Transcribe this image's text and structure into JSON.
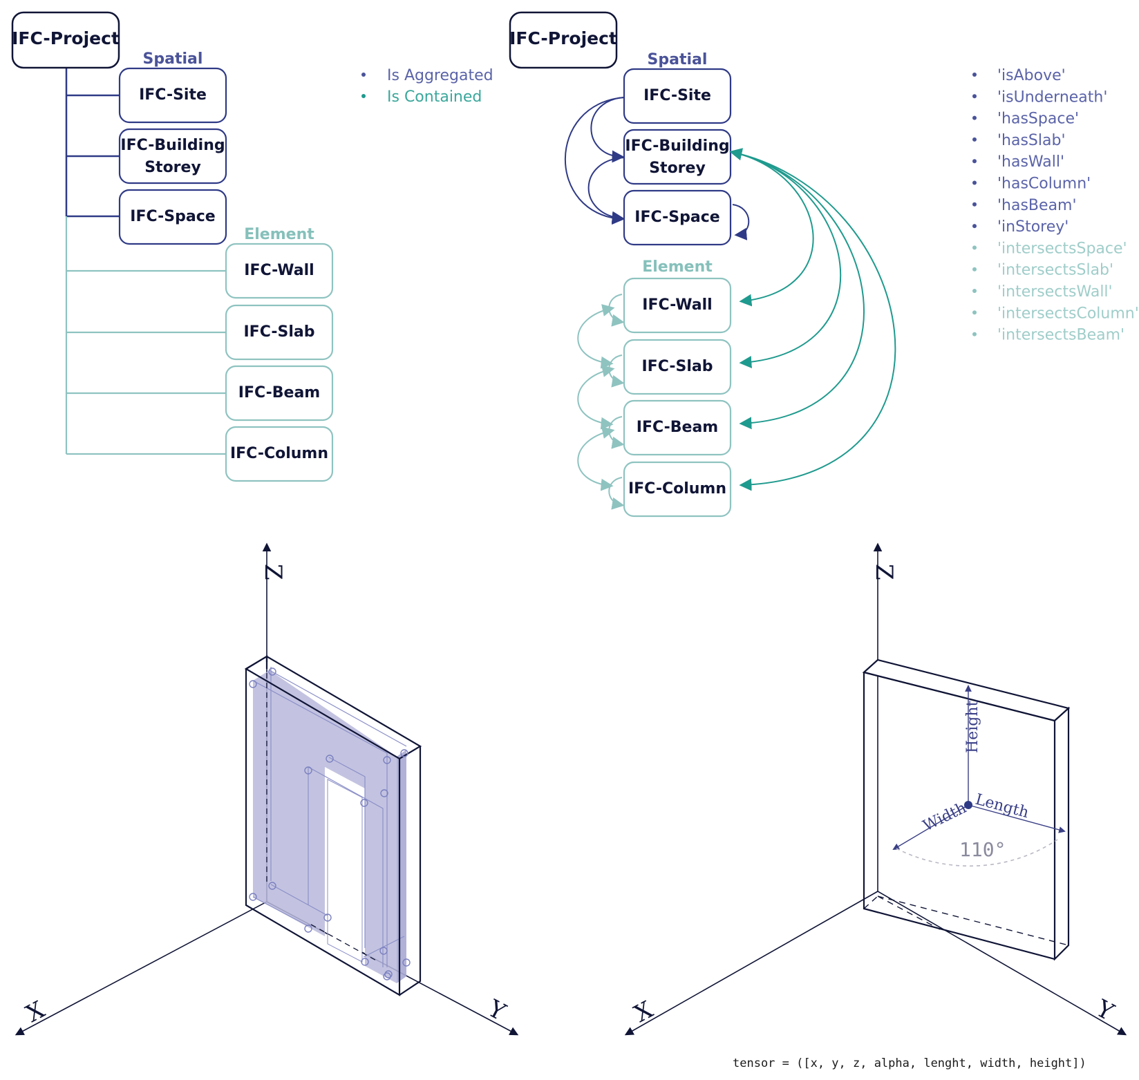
{
  "colors": {
    "spatial": "#2f3a86",
    "spatial_label": "#4a5399",
    "element": "#8ec3c0",
    "element_label": "#86c0bb",
    "teal": "#1f9a8e",
    "text_dark": "#101536",
    "fill_violet": "#b8b8dc"
  },
  "left_tree": {
    "root": "IFC-Project",
    "spatial_label": "Spatial",
    "spatial_nodes": [
      [
        "IFC-Site"
      ],
      [
        "IFC-Building",
        "Storey"
      ],
      [
        "IFC-Space"
      ]
    ],
    "element_label": "Element",
    "element_nodes": [
      "IFC-Wall",
      "IFC-Slab",
      "IFC-Beam",
      "IFC-Column"
    ],
    "legend": [
      {
        "text": "Is Aggregated",
        "role": "spatial"
      },
      {
        "text": "Is Contained",
        "role": "teal"
      }
    ]
  },
  "right_graph": {
    "root": "IFC-Project",
    "spatial_label": "Spatial",
    "spatial_nodes": [
      [
        "IFC-Site"
      ],
      [
        "IFC-Building",
        "Storey"
      ],
      [
        "IFC-Space"
      ]
    ],
    "element_label": "Element",
    "element_nodes": [
      "IFC-Wall",
      "IFC-Slab",
      "IFC-Beam",
      "IFC-Column"
    ],
    "legend_spatial": [
      "'isAbove'",
      "'isUnderneath'",
      "'hasSpace'",
      "'hasSlab'",
      "'hasWall'",
      "'hasColumn'",
      "'hasBeam'",
      "'inStorey'"
    ],
    "legend_element": [
      "'intersectsSpace'",
      "'intersectsSlab'",
      "'intersectsWall'",
      "'intersectsColumn'",
      "'intersectsBeam'"
    ]
  },
  "left_3d": {
    "axes": {
      "z": "Z",
      "x": "X",
      "y": "Y"
    }
  },
  "right_3d": {
    "axes": {
      "z": "Z",
      "x": "X",
      "y": "Y"
    },
    "height_label": "Height",
    "width_label": "Width",
    "length_label": "Length",
    "angle_label": "110°",
    "tensor": "tensor = ([x, y, z, alpha, lenght, width, height])"
  }
}
